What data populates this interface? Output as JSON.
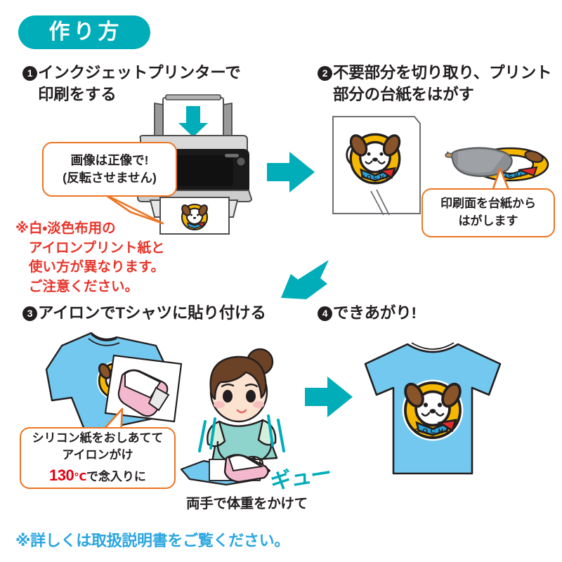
{
  "header": {
    "badge_label": "作り方",
    "badge_color": "#00adb9"
  },
  "steps": [
    {
      "number": "1",
      "number_glyph": "❶",
      "title_line1": "インクジェットプリンターで",
      "title_line2": "印刷をする",
      "bubble": {
        "line1": "画像は正像で!",
        "line2": "(反転させません)",
        "border_color": "#ee7522"
      }
    },
    {
      "number": "2",
      "number_glyph": "❷",
      "title_line1": "不要部分を切り取り、プリント",
      "title_line2": "部分の台紙をはがす",
      "bubble": {
        "line1": "印刷面を台紙から",
        "line2": "はがします",
        "border_color": "#ee7522"
      }
    },
    {
      "number": "3",
      "number_glyph": "❸",
      "title_line1": "アイロンでTシャツに貼り付ける",
      "title_line2": "",
      "bubble": {
        "line1": "シリコン紙をおしあてて",
        "line2": "アイロンがけ",
        "line3_hot": "130",
        "line3_degree": "℃",
        "line3_rest": "で念入りに",
        "hot_color": "#e60012",
        "border_color": "#ee7522"
      }
    },
    {
      "number": "4",
      "number_glyph": "❹",
      "title_line1": "できあがり!",
      "title_line2": ""
    }
  ],
  "caution": {
    "line1": "※白・淡色布用の",
    "line2": "アイロンプリント紙と",
    "line3": "使い方が異なります。",
    "line4": "ご注意ください。",
    "color": "#e7352b"
  },
  "captions": {
    "gyu": "ギュー",
    "gyu_color": "#00adb9",
    "both_hands": "両手で体重をかけて"
  },
  "footnote": {
    "text": "※詳しくは取扱説明書をご覧ください。",
    "color": "#2ba6e0"
  },
  "mascot": {
    "name": "POCHI",
    "ring_label": "POCHI",
    "ring_color": "#f5b700",
    "ear_color": "#8a5429",
    "scarf_blue": "#29a3dc",
    "scarf_red": "#e02b2b",
    "face_color": "#ffffff"
  },
  "illustrations": {
    "printer": "inkjet-printer",
    "feed_arrow_color": "#00adb9",
    "tshirt_color": "#73c8ef",
    "iron_color": "#f4b8ce",
    "backing_paper_color": "#8b8f93",
    "person_hair_color": "#6b4226",
    "person_shirt_color": "#9fd8cf"
  },
  "arrows": {
    "color": "#00adb9",
    "step1_to_2": "arrow-right",
    "step2_to_3": "arrow-down-left",
    "step3_to_4": "arrow-right"
  }
}
